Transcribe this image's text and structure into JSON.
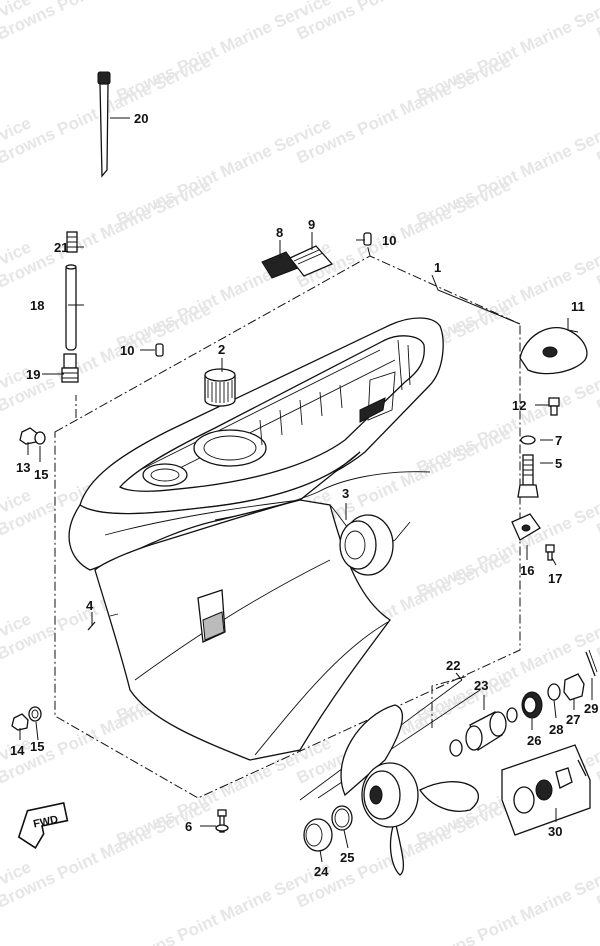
{
  "watermark": "Browns Point Marine Service",
  "fwd_label": "FWD",
  "callouts": {
    "p1": "1",
    "p2": "2",
    "p3": "3",
    "p4": "4",
    "p5": "5",
    "p6": "6",
    "p7": "7",
    "p8": "8",
    "p9": "9",
    "p10a": "10",
    "p10b": "10",
    "p11": "11",
    "p12": "12",
    "p13": "13",
    "p14": "14",
    "p15a": "15",
    "p15b": "15",
    "p16": "16",
    "p17": "17",
    "p18": "18",
    "p19": "19",
    "p20": "20",
    "p21": "21",
    "p22": "22",
    "p23": "23",
    "p24": "24",
    "p25": "25",
    "p26": "26",
    "p27": "27",
    "p28": "28",
    "p29": "29",
    "p30": "30"
  }
}
